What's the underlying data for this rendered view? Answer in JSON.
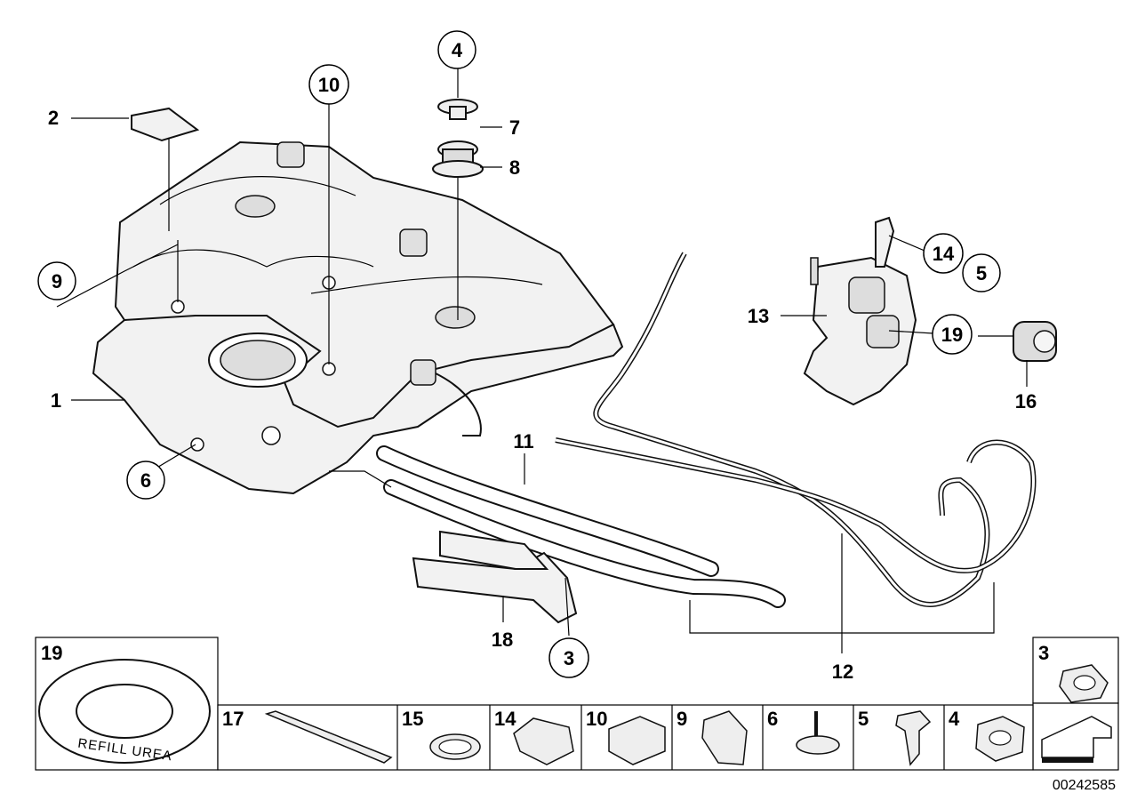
{
  "callouts": {
    "c1": "1",
    "c2": "2",
    "c3": "3",
    "c4": "4",
    "c5": "5",
    "c6": "6",
    "c7": "7",
    "c8": "8",
    "c9": "9",
    "c10": "10",
    "c11": "11",
    "c12": "12",
    "c13": "13",
    "c14": "14",
    "c16": "16",
    "c18": "18",
    "c19": "19"
  },
  "legend": {
    "cell19": "19",
    "cell3": "3",
    "cell17": "17",
    "cell15": "15",
    "cell14": "14",
    "cell10": "10",
    "cell9": "9",
    "cell6": "6",
    "cell5": "5",
    "cell4": "4",
    "ring_text": "REFILL UREA"
  },
  "diagram_id": "00242585"
}
